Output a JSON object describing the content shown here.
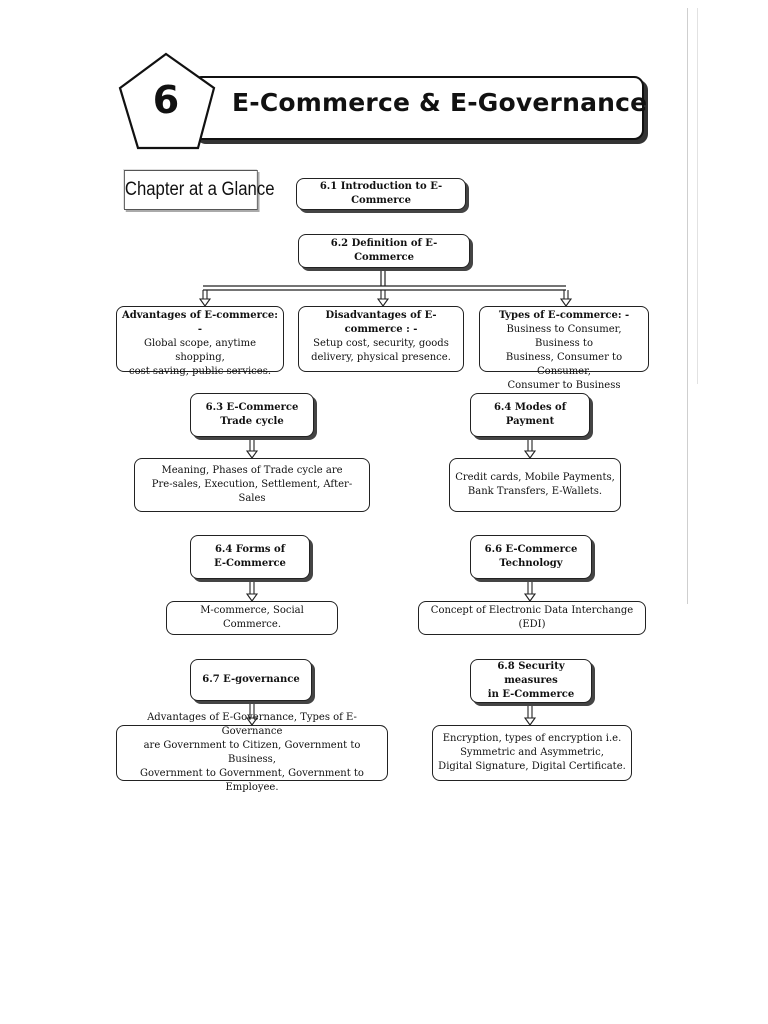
{
  "chapter": {
    "number": "6",
    "title": "E-Commerce & E-Governance",
    "glance_label": "Chapter at a Glance"
  },
  "topics": {
    "intro": "6.1  Introduction to E-Commerce",
    "definition": "6.2 Definition of E-Commerce",
    "trade_cycle": "6.3 E-Commerce\nTrade cycle",
    "modes_payment": "6.4 Modes of\nPayment",
    "forms": "6.4 Forms of\nE-Commerce",
    "technology": "6.6 E-Commerce\nTechnology",
    "egovernance": "6.7  E-governance",
    "security": "6.8 Security measures\nin E-Commerce"
  },
  "details": {
    "advantages_title": "Advantages of E-commerce: -",
    "advantages_body": "Global scope, anytime shopping,\ncost saving, public services.",
    "disadvantages_title": "Disadvantages of E-commerce : -",
    "disadvantages_body": "Setup cost, security, goods\ndelivery, physical presence.",
    "types_title": "Types of E-commerce: -",
    "types_body": "Business to Consumer, Business to\nBusiness, Consumer to Consumer,\nConsumer to Business",
    "trade_cycle": "Meaning, Phases of Trade cycle are\nPre-sales, Execution, Settlement, After-Sales",
    "payment": "Credit cards, Mobile Payments,\nBank Transfers, E-Wallets.",
    "forms": "M-commerce, Social Commerce.",
    "technology": "Concept of Electronic Data Interchange (EDI)",
    "egovernance": "Advantages of E-Governance, Types of E-Governance\nare Government to Citizen, Government to Business,\nGovernment to Government, Government to Employee.",
    "security": "Encryption, types of encryption i.e.\nSymmetric and Asymmetric,\nDigital Signature, Digital Certificate."
  }
}
